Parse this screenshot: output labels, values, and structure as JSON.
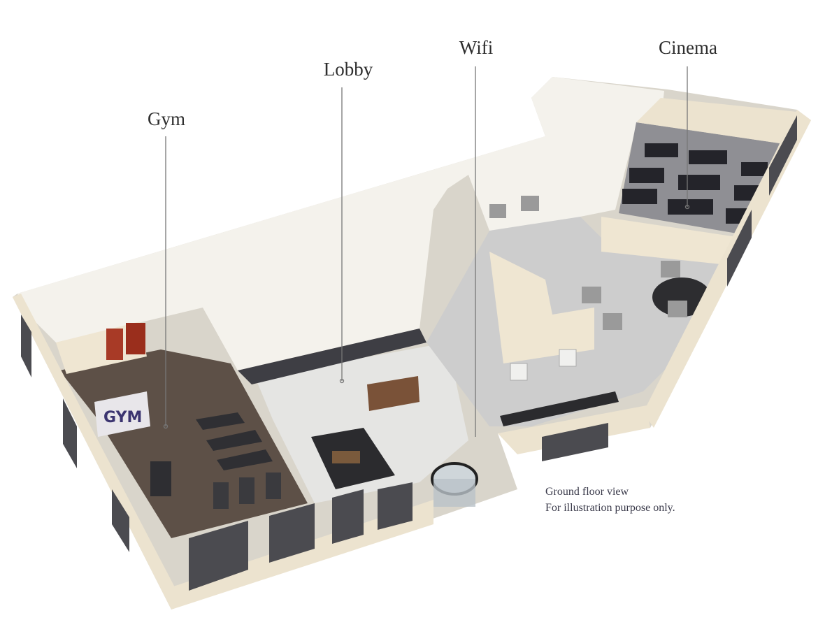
{
  "labels": {
    "gym": "Gym",
    "lobby": "Lobby",
    "wifi": "Wifi",
    "cinema": "Cinema"
  },
  "caption": {
    "line1": "Ground floor view",
    "line2": "For illustration purpose only."
  },
  "wall_graphic": "GYM",
  "colors": {
    "roof": "#f3f1ea",
    "wall": "#ece3cf",
    "window": "#4a4a4f",
    "wood_floor": "#5a4d44",
    "marble_floor": "#e6e6e4",
    "carpet_floor": "#cfcfcf",
    "cinema_seat": "#2a2a30",
    "leader_line": "#777777"
  }
}
